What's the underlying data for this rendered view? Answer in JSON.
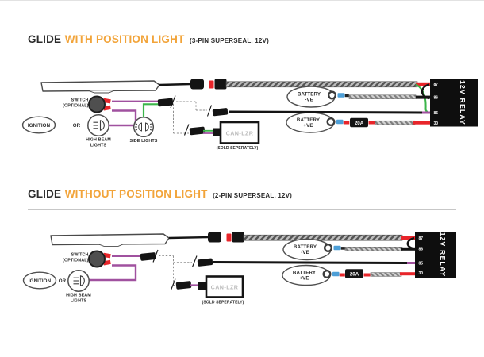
{
  "colors": {
    "accent_orange": "#f2a43a",
    "ink": "#2b2b2b",
    "shape_black": "#141414",
    "wire_purple": "#a0519f",
    "wire_green": "#3bb54a",
    "wire_red": "#e8252a",
    "crimp_blue": "#4d9fd7",
    "wire_gray": "#9a9a9a",
    "dashed_gray": "#909090"
  },
  "icons": {
    "high_beam": "high-beam-headlamp-icon",
    "side_lights": "position-lamps-icon",
    "ring_terminal": "ring-terminal-icon"
  },
  "diagrams": [
    {
      "title": {
        "product": "GLIDE",
        "variant": "WITH POSITION LIGHT",
        "spec": "(3-PIN SUPERSEAL, 12V)"
      },
      "labels": {
        "switch_line1": "SWITCH",
        "switch_line2": "(OPTIONAL)",
        "ignition": "IGNITION",
        "or": "OR",
        "high_beam_line1": "HIGH BEAM",
        "high_beam_line2": "LIGHTS",
        "side_lights": "SIDE LIGHTS",
        "can_module": "CAN-LZR",
        "sold_separately": "(SOLD SEPERATELY)",
        "battery_neg_line1": "BATTERY",
        "battery_neg_line2": "-VE",
        "battery_pos_line1": "BATTERY",
        "battery_pos_line2": "+VE",
        "fuse": "20A",
        "relay": "12V RELAY",
        "pin1": "87",
        "pin2": "86",
        "pin3": "85",
        "pin4": "30"
      }
    },
    {
      "title": {
        "product": "GLIDE",
        "variant": "WITHOUT POSITION LIGHT",
        "spec": "(2-PIN SUPERSEAL, 12V)"
      },
      "labels": {
        "switch_line1": "SWITCH",
        "switch_line2": "(OPTIONAL)",
        "ignition": "IGNITION",
        "or": "OR",
        "high_beam_line1": "HIGH BEAM",
        "high_beam_line2": "LIGHTS",
        "can_module": "CAN-LZR",
        "sold_separately": "(SOLD SEPERATELY)",
        "battery_neg_line1": "BATTERY",
        "battery_neg_line2": "-VE",
        "battery_pos_line1": "BATTERY",
        "battery_pos_line2": "+VE",
        "fuse": "20A",
        "relay": "12V RELAY",
        "pin1": "87",
        "pin2": "86",
        "pin3": "85",
        "pin4": "30"
      }
    }
  ]
}
